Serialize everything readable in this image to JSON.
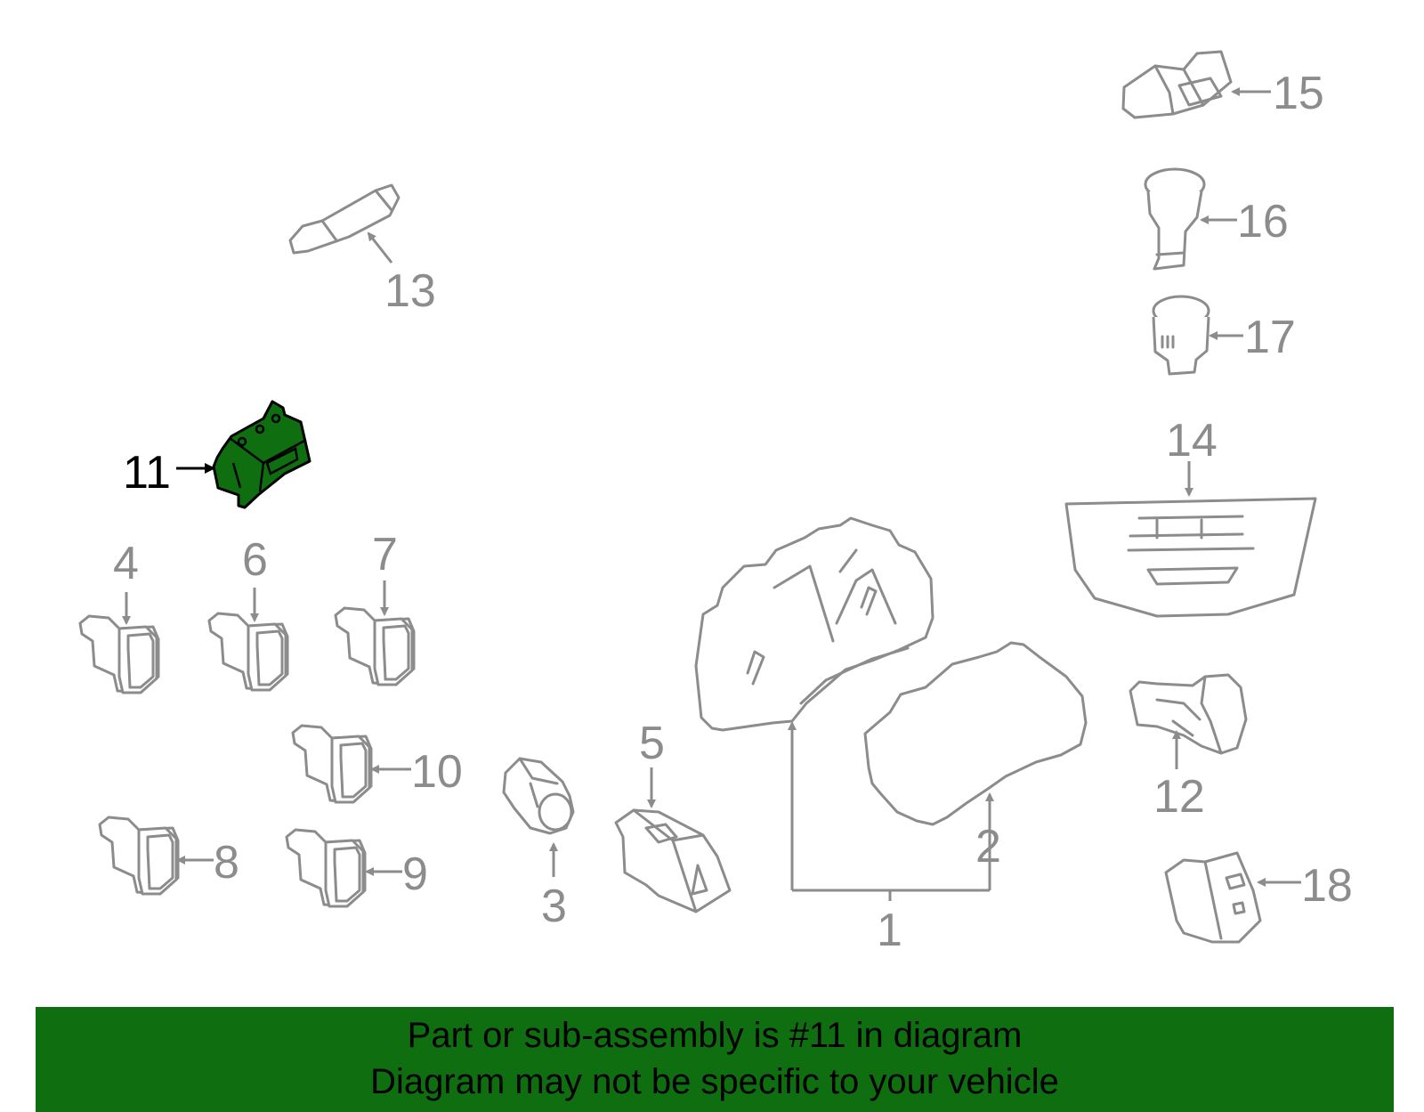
{
  "highlight_color": "#0f6e0f",
  "part_color": "#8c8c8c",
  "highlighted_part": "11",
  "callouts": {
    "c1": "1",
    "c2": "2",
    "c3": "3",
    "c4": "4",
    "c5": "5",
    "c6": "6",
    "c7": "7",
    "c8": "8",
    "c9": "9",
    "c10": "10",
    "c11": "11",
    "c12": "12",
    "c13": "13",
    "c14": "14",
    "c15": "15",
    "c16": "16",
    "c17": "17",
    "c18": "18"
  },
  "footer": {
    "line1": "Part or sub-assembly is #11 in diagram",
    "line2": "Diagram may not be specific to your vehicle"
  }
}
